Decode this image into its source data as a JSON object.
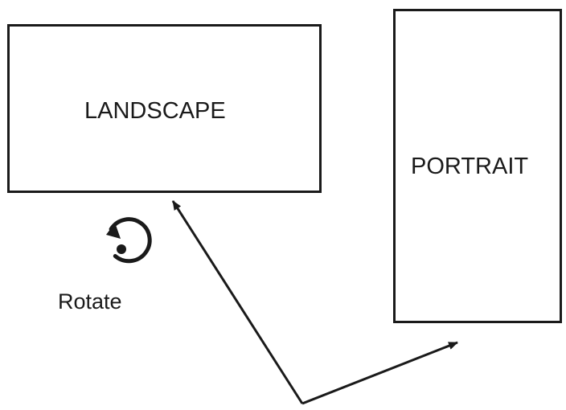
{
  "diagram": {
    "landscape": {
      "label": "LANDSCAPE"
    },
    "portrait": {
      "label": "PORTRAIT"
    },
    "rotate": {
      "label": "Rotate",
      "icon": "rotate-clockwise-icon"
    },
    "stroke_color": "#1a1a1a"
  }
}
